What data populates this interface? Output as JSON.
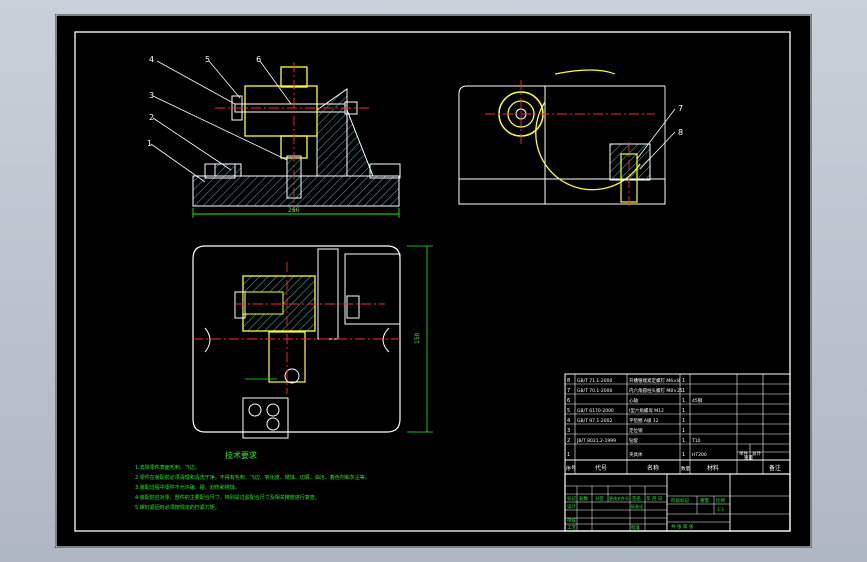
{
  "colors": {
    "background": "#000000",
    "frame": "#ffffff",
    "part": "#ffff33",
    "hatch": "#2fa2a2",
    "centerline": "#ff2a2a",
    "dimension": "#22ee22",
    "note": "#22ee22"
  },
  "balloons": [
    "1",
    "2",
    "3",
    "4",
    "5",
    "6",
    "7",
    "8"
  ],
  "dimensions": {
    "front_width": "266",
    "plan_height": "150"
  },
  "notes": {
    "title": "技术要求",
    "lines": [
      "1.去除零件表面毛刺、飞边；",
      "2.零件在装配前必须清理和清洗干净，不得有毛刺、飞边、氧化皮、锈蚀、切屑、油污、着色剂和灰尘等。",
      "3.装配过程中零件不允许磕、碰、划伤和锈蚀。",
      "4.装配前应对零、部件的主要配合尺寸，特别是过盈配合尺寸及相关精度进行复查。",
      "5.螺钉紧固时必须按规定的拧紧力矩。"
    ]
  },
  "bom": {
    "rows": [
      {
        "no": "8",
        "code": "GB/T 71.1-2000",
        "name": "开槽锥端紧定螺钉 M6×8",
        "qty": "1",
        "material": "",
        "remark": ""
      },
      {
        "no": "7",
        "code": "GB/T 70.1-2000",
        "name": "内六角圆柱头螺钉 M8×25",
        "qty": "1",
        "material": "",
        "remark": ""
      },
      {
        "no": "6",
        "code": "",
        "name": "心轴",
        "qty": "1",
        "material": "45钢",
        "remark": ""
      },
      {
        "no": "5",
        "code": "GB/T 6170-2000",
        "name": "I型六角螺母 M12",
        "qty": "1",
        "material": "",
        "remark": ""
      },
      {
        "no": "4",
        "code": "GB/T 97.1-2002",
        "name": "平垫圈 A级 12",
        "qty": "1",
        "material": "",
        "remark": ""
      },
      {
        "no": "3",
        "code": "",
        "name": "定位销",
        "qty": "1",
        "material": "",
        "remark": ""
      },
      {
        "no": "2",
        "code": "JB/T 8021.2-1999",
        "name": "钻套",
        "qty": "1",
        "material": "T10",
        "remark": ""
      },
      {
        "no": "1",
        "code": "",
        "name": "夹具体",
        "qty": "1",
        "material": "HT200",
        "remark": ""
      }
    ],
    "header": {
      "no": "序号",
      "code": "代号",
      "name": "名称",
      "qty": "数量",
      "material": "材料",
      "unit": "单件",
      "total": "总计",
      "weight": "重量",
      "remark": "备注"
    }
  },
  "title_block": {
    "mark": "标记",
    "count": "处数",
    "zone": "分区",
    "doc": "更改文件号",
    "sign": "签名",
    "date": "年 月 日",
    "design": "设计",
    "standard": "标准化",
    "review": "审核",
    "craft": "工艺",
    "approve": "批准",
    "stage": "阶段标记",
    "weight": "重量",
    "scale": "比例",
    "scale_value": "1:1",
    "sheets": "共 张 第 张"
  }
}
